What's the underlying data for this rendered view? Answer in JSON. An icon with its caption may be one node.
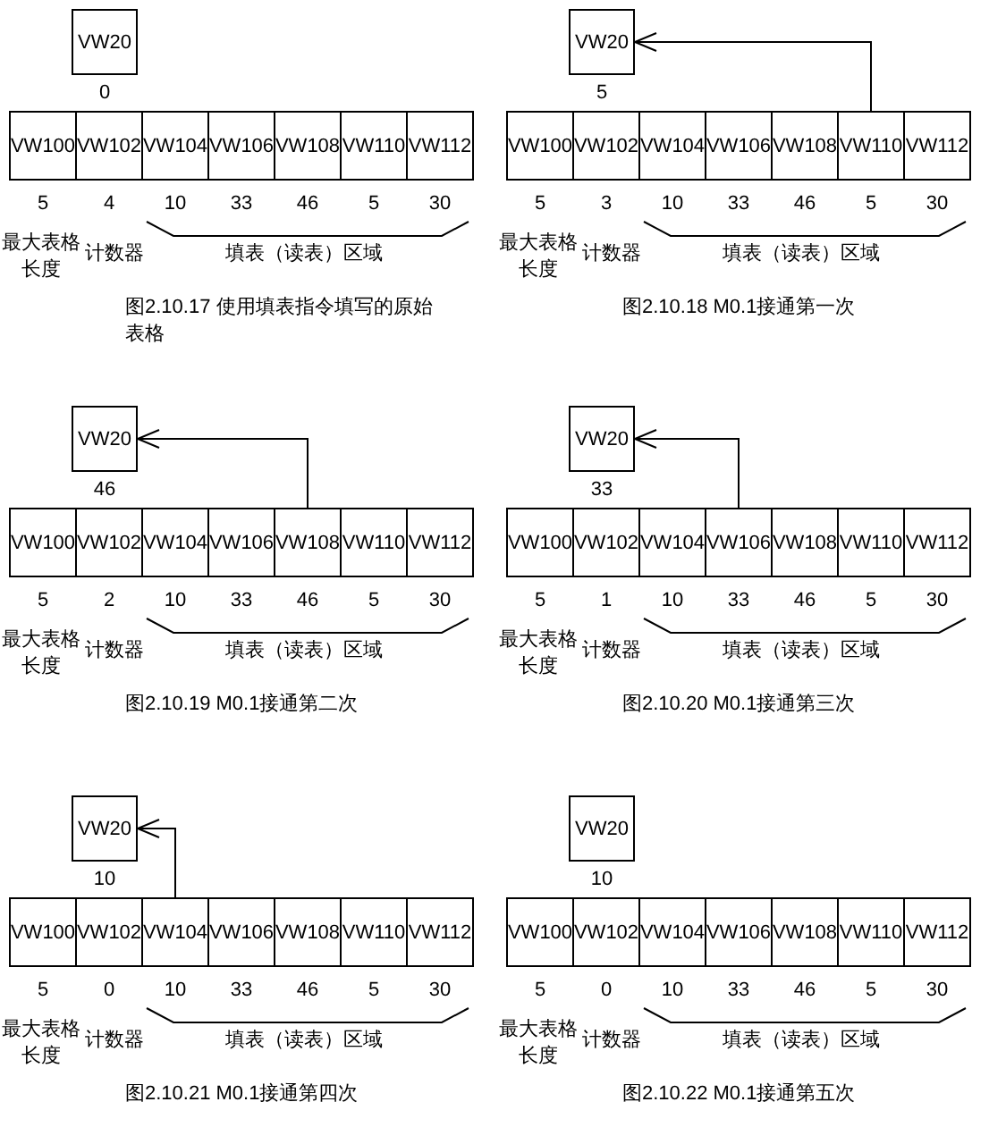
{
  "diagram": {
    "nodes": [
      {
        "text": [
          "VW20"
        ],
        "beside": [
          "0"
        ]
      },
      {
        "text": [
          "VW100"
        ],
        "beside": [
          "5"
        ]
      },
      {
        "text": [
          "VW102"
        ],
        "beside": [
          "4"
        ]
      },
      {
        "text": [
          "VW104"
        ],
        "beside": [
          "10"
        ]
      },
      {
        "text": [
          "VW106"
        ],
        "beside": [
          "33"
        ]
      },
      {
        "text": [
          "VW108"
        ],
        "beside": [
          "46"
        ]
      },
      {
        "text": [
          "VW110"
        ],
        "beside": [
          "5"
        ]
      },
      {
        "text": [
          "VW112"
        ],
        "beside": [
          "30"
        ]
      },
      {
        "text": [
          "VW20"
        ],
        "beside": [
          "5"
        ]
      },
      {
        "text": [
          "VW100"
        ],
        "beside": [
          "5"
        ]
      },
      {
        "text": [
          "VW102"
        ],
        "beside": [
          "3"
        ]
      },
      {
        "text": [
          "VW104"
        ],
        "beside": [
          "10"
        ]
      },
      {
        "text": [
          "VW106"
        ],
        "beside": [
          "33"
        ]
      },
      {
        "text": [
          "VW108"
        ],
        "beside": [
          "46"
        ]
      },
      {
        "text": [
          "VW110"
        ],
        "beside": [
          "5"
        ]
      },
      {
        "text": [
          "VW112"
        ],
        "beside": [
          "30"
        ]
      },
      {
        "text": [
          "VW20"
        ],
        "beside": [
          "46"
        ]
      },
      {
        "text": [
          "VW100"
        ],
        "beside": [
          "5"
        ]
      },
      {
        "text": [
          "VW102"
        ],
        "beside": [
          "2"
        ]
      },
      {
        "text": [
          "VW104"
        ],
        "beside": [
          "10"
        ]
      },
      {
        "text": [
          "VW106"
        ],
        "beside": [
          "33"
        ]
      },
      {
        "text": [
          "VW108"
        ],
        "beside": [
          "46"
        ]
      },
      {
        "text": [
          "VW110"
        ],
        "beside": [
          "5"
        ]
      },
      {
        "text": [
          "VW112"
        ],
        "beside": [
          "30"
        ]
      },
      {
        "text": [
          "VW20"
        ],
        "beside": [
          "33"
        ]
      },
      {
        "text": [
          "VW100"
        ],
        "beside": [
          "5"
        ]
      },
      {
        "text": [
          "VW102"
        ],
        "beside": [
          "1"
        ]
      },
      {
        "text": [
          "VW104"
        ],
        "beside": [
          "10"
        ]
      },
      {
        "text": [
          "VW106"
        ],
        "beside": [
          "33"
        ]
      },
      {
        "text": [
          "VW108"
        ],
        "beside": [
          "46"
        ]
      },
      {
        "text": [
          "VW110"
        ],
        "beside": [
          "5"
        ]
      },
      {
        "text": [
          "VW112"
        ],
        "beside": [
          "30"
        ]
      },
      {
        "text": [
          "VW20"
        ],
        "beside": [
          "10"
        ]
      },
      {
        "text": [
          "VW100"
        ],
        "beside": [
          "5"
        ]
      },
      {
        "text": [
          "VW102"
        ],
        "beside": [
          "0"
        ]
      },
      {
        "text": [
          "VW104"
        ],
        "beside": [
          "10"
        ]
      },
      {
        "text": [
          "VW106"
        ],
        "beside": [
          "33"
        ]
      },
      {
        "text": [
          "VW108"
        ],
        "beside": [
          "46"
        ]
      },
      {
        "text": [
          "VW110"
        ],
        "beside": [
          "5"
        ]
      },
      {
        "text": [
          "VW112"
        ],
        "beside": [
          "30"
        ]
      },
      {
        "text": [
          "VW20"
        ],
        "beside": [
          "10"
        ]
      },
      {
        "text": [
          "VW100"
        ],
        "beside": [
          "5"
        ]
      },
      {
        "text": [
          "VW102"
        ],
        "beside": [
          "0"
        ]
      },
      {
        "text": [
          "VW104"
        ],
        "beside": [
          "10"
        ]
      },
      {
        "text": [
          "VW106"
        ],
        "beside": [
          "33"
        ]
      },
      {
        "text": [
          "VW108"
        ],
        "beside": [
          "46"
        ]
      },
      {
        "text": [
          "VW110"
        ],
        "beside": [
          "5"
        ]
      },
      {
        "text": [
          "VW112"
        ],
        "beside": [
          "30"
        ]
      }
    ],
    "edges": [
      {
        "from": 14,
        "to": 8,
        "arrow": "to"
      },
      {
        "from": 21,
        "to": 16,
        "arrow": "to"
      },
      {
        "from": 28,
        "to": 24,
        "arrow": "to"
      },
      {
        "from": 35,
        "to": 32,
        "arrow": "to"
      }
    ],
    "labels": [
      "最大表格长度",
      "计数器",
      "填表（读表）区域",
      "图2.10.17 使用填表指令填写的原始表格",
      "最大表格长度",
      "计数器",
      "填表（读表）区域",
      "图2.10.18 M0.1接通第一次",
      "最大表格长度",
      "计数器",
      "填表（读表）区域",
      "图2.10.19 M0.1接通第二次",
      "最大表格长度",
      "计数器",
      "填表（读表）区域",
      "图2.10.20 M0.1接通第三次",
      "最大表格长度",
      "计数器",
      "填表（读表）区域",
      "图2.10.21 M0.1接通第四次",
      "最大表格长度",
      "计数器",
      "填表（读表）区域",
      "图2.10.22 M0.1接通第五次"
    ]
  }
}
